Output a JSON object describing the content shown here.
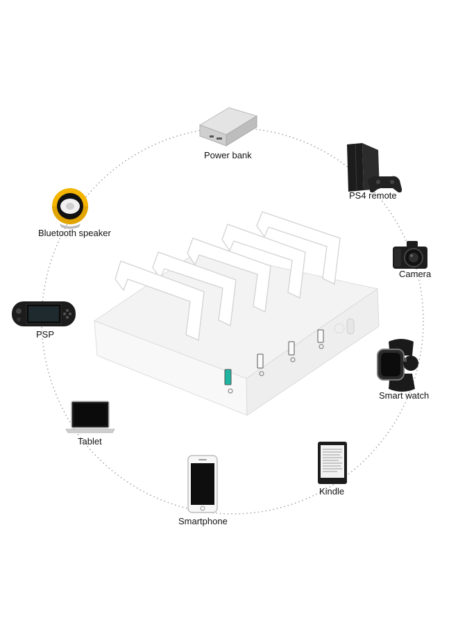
{
  "devices": {
    "power_bank": "Power bank",
    "ps4_remote": "PS4 remote",
    "camera": "Camera",
    "smart_watch": "Smart watch",
    "kindle": "Kindle",
    "smartphone": "Smartphone",
    "tablet": "Tablet",
    "psp": "PSP",
    "bluetooth_speaker": "Bluetooth speaker"
  },
  "colors": {
    "port_accent": "#1fb4a0",
    "speaker_yellow": "#f4b400",
    "dock_body": "#f6f6f6",
    "circle_dots": "#9a9a9a"
  }
}
